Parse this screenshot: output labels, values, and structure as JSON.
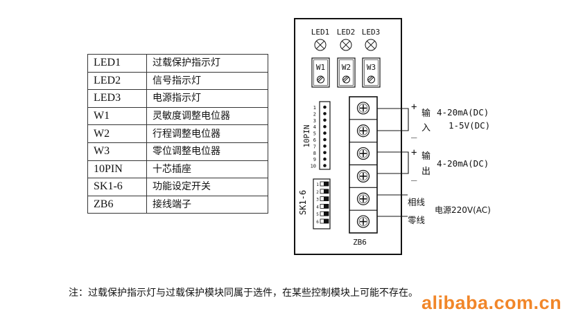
{
  "legend": {
    "rows": [
      {
        "code": "LED1",
        "desc": "过载保护指示灯"
      },
      {
        "code": "LED2",
        "desc": "信号指示灯"
      },
      {
        "code": "LED3",
        "desc": "电源指示灯"
      },
      {
        "code": "W1",
        "desc": "灵敏度调整电位器"
      },
      {
        "code": "W2",
        "desc": "行程调整电位器"
      },
      {
        "code": "W3",
        "desc": "零位调整电位器"
      },
      {
        "code": "10PIN",
        "desc": "十芯插座"
      },
      {
        "code": "SK1-6",
        "desc": "功能设定开关"
      },
      {
        "code": "ZB6",
        "desc": "接线端子"
      }
    ]
  },
  "module": {
    "leds": [
      "LED1",
      "LED2",
      "LED3"
    ],
    "pots": [
      "W1",
      "W2",
      "W3"
    ],
    "pin_label": "10PIN",
    "pins": [
      "1",
      "2",
      "3",
      "4",
      "5",
      "6",
      "7",
      "8",
      "9",
      "10"
    ],
    "sk_label": "SK1-6",
    "sk": [
      "1",
      "2",
      "3",
      "4",
      "5",
      "6"
    ],
    "zb_label": "ZB6"
  },
  "wiring": {
    "input": {
      "plus": "+",
      "minus": "_",
      "name_top": "输",
      "name_bottom": "入",
      "spec1": "4-20mA(DC)",
      "spec2": "1-5V(DC)"
    },
    "output": {
      "plus": "+",
      "minus": "_",
      "name_top": "输",
      "name_bottom": "出",
      "spec1": "4-20mA(DC)"
    },
    "power": {
      "live": "相线",
      "neutral": "零线",
      "spec": "电源220V(AC)"
    }
  },
  "note": "注：过载保护指示灯与过载保护模块同属于选件，在某些控制模块上可能不存在。",
  "watermark": "alibaba.com.cn"
}
